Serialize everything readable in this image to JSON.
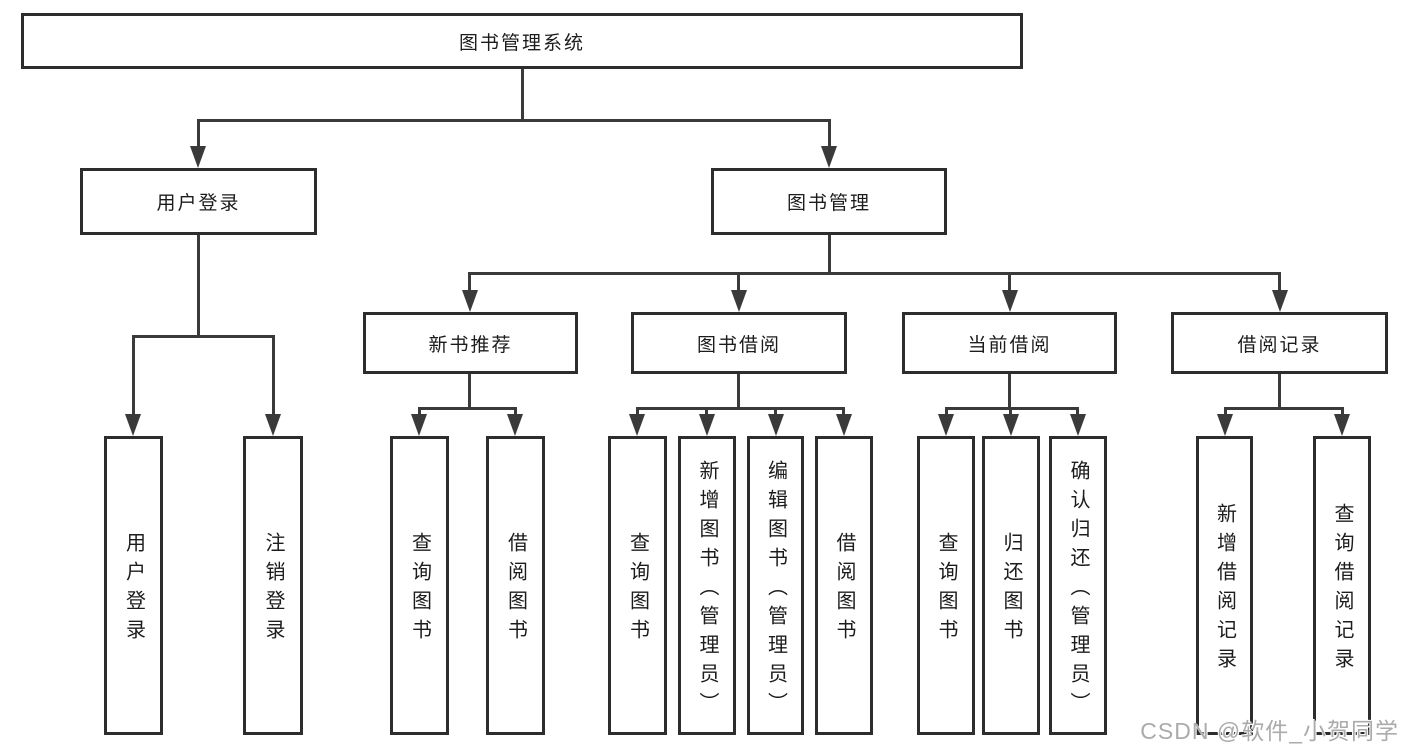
{
  "diagram": {
    "root": {
      "label": "图书管理系统"
    },
    "branches": [
      {
        "label": "用户登录",
        "children": [
          {
            "label": "用户登录"
          },
          {
            "label": "注销登录"
          }
        ]
      },
      {
        "label": "图书管理",
        "children": [
          {
            "label": "新书推荐",
            "children": [
              {
                "label": "查询图书"
              },
              {
                "label": "借阅图书"
              }
            ]
          },
          {
            "label": "图书借阅",
            "children": [
              {
                "label": "查询图书"
              },
              {
                "label": "新增图书（管理员）"
              },
              {
                "label": "编辑图书（管理员）"
              },
              {
                "label": "借阅图书"
              }
            ]
          },
          {
            "label": "当前借阅",
            "children": [
              {
                "label": "查询图书"
              },
              {
                "label": "归还图书"
              },
              {
                "label": "确认归还（管理员）"
              }
            ]
          },
          {
            "label": "借阅记录",
            "children": [
              {
                "label": "新增借阅记录"
              },
              {
                "label": "查询借阅记录"
              }
            ]
          }
        ]
      }
    ]
  },
  "watermark": {
    "text": "CSDN @软件_小贺同学"
  },
  "colors": {
    "line": "#3a3a3a",
    "box_border": "#2d2d2d",
    "box_fill": "#ffffff",
    "text": "#1c1c1c",
    "watermark": "#ababab"
  }
}
